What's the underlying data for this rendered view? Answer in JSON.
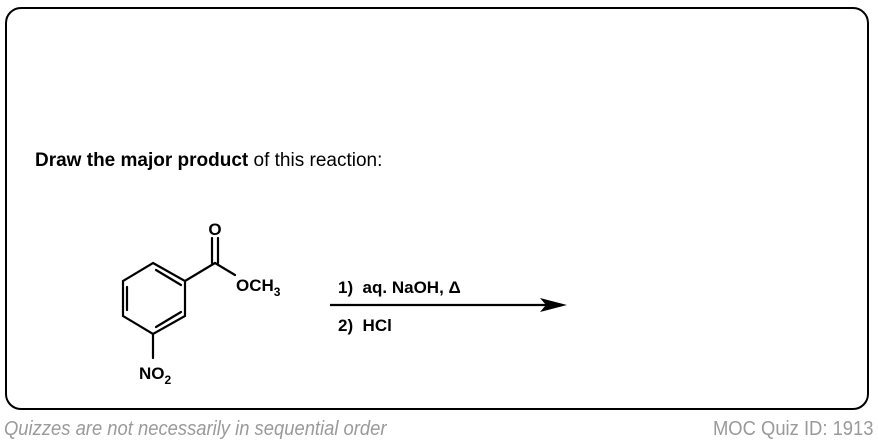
{
  "question": {
    "bold": "Draw the major product",
    "rest": " of this reaction:"
  },
  "molecule": {
    "carbonyl_o": "O",
    "ester_group": "OCH",
    "ester_sub": "3",
    "nitro_group": "NO",
    "nitro_sub": "2"
  },
  "reagents": {
    "step1": "1)  aq. NaOH, Δ",
    "step2": "2)  HCl"
  },
  "footer": {
    "left": "Quizzes are not necessarily in sequential order",
    "right": "MOC Quiz ID: 1913"
  }
}
